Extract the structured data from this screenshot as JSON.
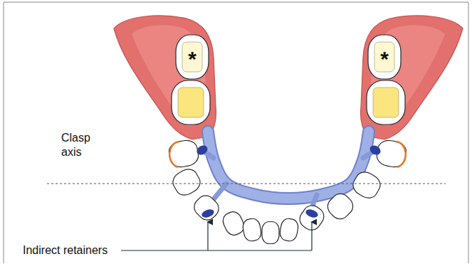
{
  "diagram": {
    "labels": [
      "Clasp axis",
      "Indirect retainers",
      "*",
      "*"
    ]
  }
}
